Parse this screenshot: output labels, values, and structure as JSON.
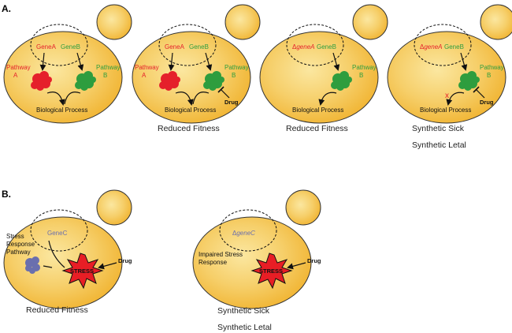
{
  "colors": {
    "cell_fill": "#f6cf6a",
    "cell_edge": "#f2b732",
    "cell_stroke": "#333333",
    "pathway_a": "#e5202b",
    "pathway_b": "#2e9d3e",
    "stress_fill": "#e81e25",
    "stress_response": "#6a6fae",
    "gene_c_label": "#6a6fae"
  },
  "panel_a": {
    "label": "A.",
    "cells": [
      {
        "gene_a": "GeneA",
        "gene_b": "GeneB",
        "pathway_a": "Pathway A",
        "pathway_b": "Pathway B",
        "process": "Biological Process",
        "drug": "",
        "caption_line1": "",
        "caption_line2": ""
      },
      {
        "gene_a": "GeneA",
        "gene_b": "GeneB",
        "pathway_a": "Pathway A",
        "pathway_b": "Pathway B",
        "process": "Biological Process",
        "drug": "Drug",
        "caption_line1": "Reduced Fitness",
        "caption_line2": ""
      },
      {
        "gene_a_delta": "Δ",
        "gene_a_name": "geneA",
        "gene_b": "GeneB",
        "pathway_b": "Pathway B",
        "process": "Biological Process",
        "drug": "",
        "caption_line1": "Reduced Fitness",
        "caption_line2": ""
      },
      {
        "gene_a_delta": "Δ",
        "gene_a_name": "geneA",
        "gene_b": "GeneB",
        "pathway_b": "Pathway B",
        "process": "Biological Process",
        "drug": "Drug",
        "blocked_mark": "x",
        "caption_line1": "Synthetic Sick",
        "caption_line2": "Synthetic Letal"
      }
    ]
  },
  "panel_b": {
    "label": "B.",
    "cells": [
      {
        "gene": "GeneC",
        "pathway_lines": [
          "Stress",
          "Response",
          "Pathway"
        ],
        "stress": "STRESS",
        "drug": "Drug",
        "caption_line1": "Reduced Fitness",
        "caption_line2": ""
      },
      {
        "gene_delta": "Δ",
        "gene_name": "geneC",
        "pathway_lines": [
          "Impaired Stress",
          "Response"
        ],
        "stress": "STRESS",
        "drug": "Drug",
        "caption_line1": "Synthetic Sick",
        "caption_line2": "Synthetic Letal"
      }
    ]
  }
}
